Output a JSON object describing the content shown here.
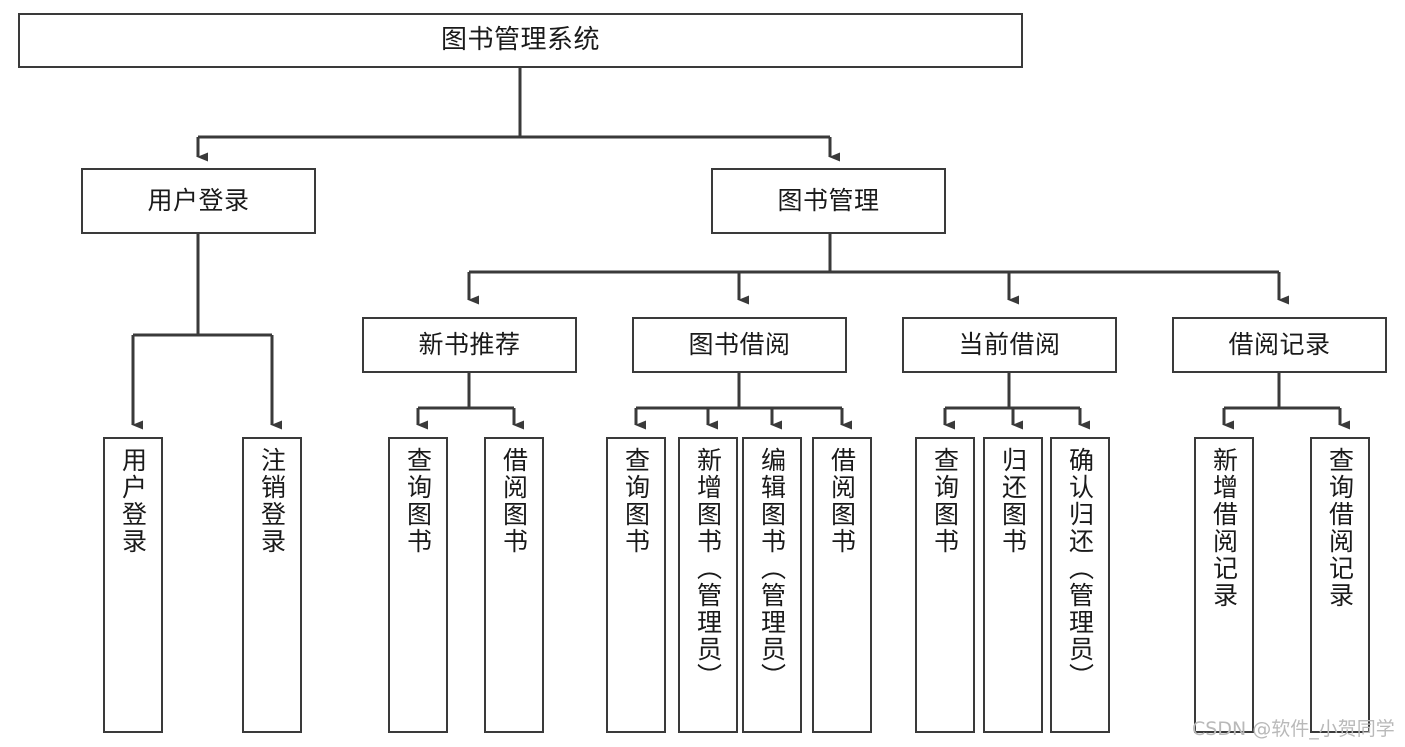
{
  "diagram": {
    "type": "tree-hierarchy",
    "title": "图书管理系统",
    "watermark": "CSDN @软件_小贺同学",
    "colors": {
      "background": "#ffffff",
      "node_border": "#3a3a3a",
      "node_fill": "#ffffff",
      "edge": "#3a3a3a",
      "text": "#1a1a1a",
      "watermark": "#b9b9b9"
    },
    "nodes": {
      "root": {
        "label": "图书管理系统"
      },
      "level2": [
        {
          "id": "user-login",
          "label": "用户登录"
        },
        {
          "id": "book-manage",
          "label": "图书管理"
        }
      ],
      "level3": [
        {
          "id": "new-book-recommend",
          "label": "新书推荐"
        },
        {
          "id": "book-borrow",
          "label": "图书借阅"
        },
        {
          "id": "current-borrow",
          "label": "当前借阅"
        },
        {
          "id": "borrow-record",
          "label": "借阅记录"
        }
      ],
      "leaves": {
        "user-login": [
          {
            "id": "leaf-user-login",
            "label": "用户登录"
          },
          {
            "id": "leaf-logout-login",
            "label": "注销登录"
          }
        ],
        "new-book-recommend": [
          {
            "id": "leaf-query-book-1",
            "label": "查询图书"
          },
          {
            "id": "leaf-borrow-book-1",
            "label": "借阅图书"
          }
        ],
        "book-borrow": [
          {
            "id": "leaf-query-book-2",
            "label": "查询图书"
          },
          {
            "id": "leaf-add-book",
            "label": "新增图书（管理员）"
          },
          {
            "id": "leaf-edit-book",
            "label": "编辑图书（管理员）"
          },
          {
            "id": "leaf-borrow-book-2",
            "label": "借阅图书"
          }
        ],
        "current-borrow": [
          {
            "id": "leaf-query-book-3",
            "label": "查询图书"
          },
          {
            "id": "leaf-return-book",
            "label": "归还图书"
          },
          {
            "id": "leaf-confirm-return",
            "label": "确认归还（管理员）"
          }
        ],
        "borrow-record": [
          {
            "id": "leaf-add-record",
            "label": "新增借阅记录"
          },
          {
            "id": "leaf-query-record",
            "label": "查询借阅记录"
          }
        ]
      }
    }
  }
}
